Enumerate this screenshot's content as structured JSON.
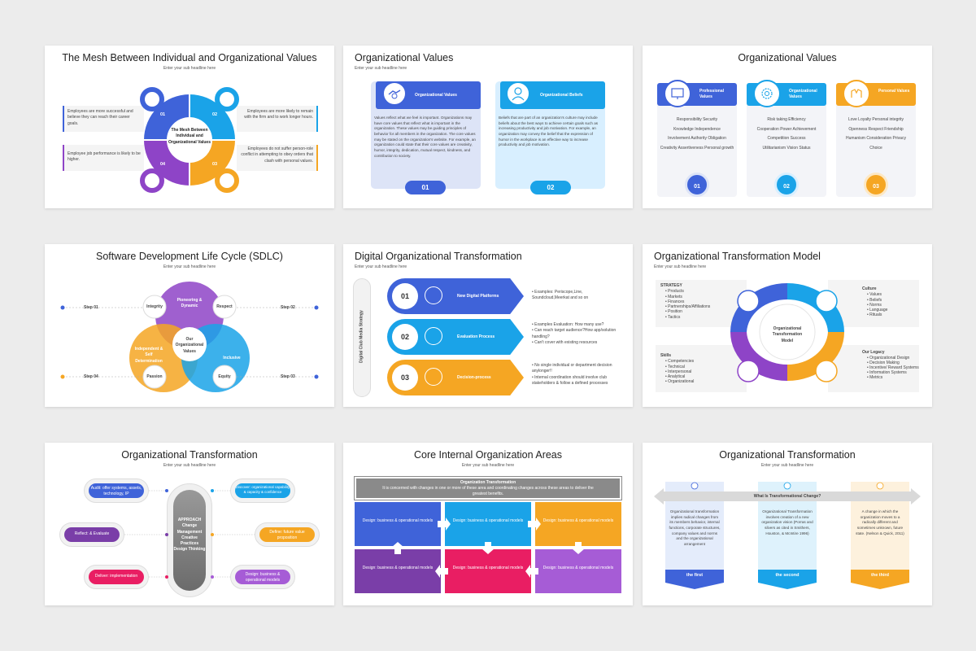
{
  "subtitle": "Enter your sub headline here",
  "s1": {
    "title": "The Mesh Between Individual and Organizational Values",
    "center": "The Mesh Between Individual and Organizational Values",
    "n1": "01",
    "n2": "02",
    "n3": "03",
    "n4": "04",
    "t1": "Employees are more successful and believe they can reach their career goals.",
    "t2": "Employees are more likely to remain with the firm and to work longer hours.",
    "t3": "Employees do not suffer person-role conflict in attempting to obey orders that clash with personal values.",
    "t4": "Employee job performance is likely to be higher."
  },
  "s2": {
    "title": "Organizational Values",
    "c1": {
      "title": "Organizational Values",
      "num": "01",
      "body": "Values reflect what we feel is important. Organizations may have core values that reflect what is important in the organization. These values may be guiding principles of behavior for all members in the organization. The core values may be stated on the organization's website. For example, an organization could state that their core values are creativity, humor, integrity, dedication, mutual respect, kindness, and contribution to society."
    },
    "c2": {
      "title": "Organizational Beliefs",
      "num": "02",
      "body": "Beliefs that are part of an organization's culture may include beliefs about the best ways to achieve certain goals such as increasing productivity and job motivation. For example, an organization may convey the belief that the expression of humor in the workplace is an effective way to increase productivity and job motivation."
    }
  },
  "s3": {
    "title": "Organizational Values",
    "cards": [
      {
        "title": "Professional Values",
        "num": "01",
        "items": [
          "Responsibility Security",
          "Knowledge Independence",
          "Involvement Authority Obligation",
          "Creativity Assertiveness Personal growth"
        ]
      },
      {
        "title": "Organizational Values",
        "num": "02",
        "items": [
          "Risk taking Efficiency",
          "Cooperation Power Achievement",
          "Competition Success",
          "Utilitarianism Vision Status"
        ]
      },
      {
        "title": "Personal Values",
        "num": "03",
        "items": [
          "Love Loyalty Personal integrity",
          "Openness Respect Friendship",
          "Humanism Consideration Privacy",
          "Choice"
        ]
      }
    ]
  },
  "s4": {
    "title": "Software Development Life Cycle (SDLC)",
    "center": "Our Organizational Values",
    "top": "Pioneering & Dynamic",
    "left": "Independent & Self Determination",
    "right": "Inclusive",
    "integrity": "Integrity",
    "respect": "Respect",
    "passion": "Passion",
    "equity": "Equity",
    "step1": "Step 01",
    "step2": "Step 02",
    "step3": "Step 03",
    "step4": "Step 04"
  },
  "s5": {
    "title": "Digital Organizational Transformation",
    "side": "Digital Club Media Strategy",
    "rows": [
      {
        "num": "01",
        "label": "New Digital Platforms",
        "bullets": [
          "Examples: Periscope,Line, Soundcloud,Meerkat and so on"
        ]
      },
      {
        "num": "02",
        "label": "Evaluation Process",
        "bullets": [
          "Examples Evaluation: How many use?",
          "Can reach target audience?How app/solution handling?",
          "Can't cover with existing resources"
        ]
      },
      {
        "num": "03",
        "label": "Decision-process",
        "bullets": [
          "No single individual or department decision anylonger!!",
          "Internal coordination should involve club stakeholders & follow a defined processes"
        ]
      }
    ]
  },
  "s6": {
    "title": "Organizational Transformation Model",
    "center": "Organizational Transformation Model",
    "strategy": {
      "head": "STRATEGY",
      "items": [
        "Products",
        "Markets",
        "Finances",
        "Partnerships/Affiliations",
        "Position",
        "Tactics"
      ]
    },
    "skills": {
      "head": "Skills",
      "items": [
        "Competencies",
        "Technical",
        "Interpersonal",
        "Analytical",
        "Organizational"
      ]
    },
    "culture": {
      "head": "Culture",
      "items": [
        "Values",
        "Beliefs",
        "Norms",
        "Language",
        "Rituals"
      ]
    },
    "legacy": {
      "head": "Our Legacy",
      "items": [
        "Organizational Design",
        "Decision Making",
        "Incentive/ Reward Systems",
        "Information Systems",
        "Metrics"
      ]
    }
  },
  "s7": {
    "title": "Organizational Transformation",
    "center": "APPROACH Change Management Creative Practices Design Thinking",
    "p1": "Audit: offer systems, assets, technology, IP",
    "p2": "Discover: organizational capability & capacity & confidence",
    "p3": "Define: future value proposition",
    "p4": "Design: business & operational models",
    "p5": "Deliver: implementation",
    "p6": "Reflect: & Evaluate"
  },
  "s8": {
    "title": "Core Internal Organization Areas",
    "banner_title": "Organization Transformation",
    "banner_body": "It is concerned with changes in one or more of these area and coordinating changes across these areas to deliver the greatest benefits.",
    "cells": [
      "Design: business & operational models",
      "Design: business & operational models",
      "Design: business & operational models",
      "Design: business & operational models",
      "Design: business & operational models",
      "Design: business & operational models"
    ]
  },
  "s9": {
    "title": "Organizational Transformation",
    "question": "What Is Transformational Change?",
    "cols": [
      {
        "label": "the first",
        "body": "Organizational transformation implies radical changes from its members behavior, internal functions, corporate structures, company values and norms and the organizational arrangement"
      },
      {
        "label": "the second",
        "body": "Organizational Transformation involves creation of a new organization vision (Porras and silvers as cited in Smithers, Houston, & McIntire 1996)"
      },
      {
        "label": "the third",
        "body": "A change in which the organization moves to a radically different and sometimes unknown, future state. (Nelson & Quick, 2011)"
      }
    ]
  },
  "colors": {
    "blue": "#3f63d9",
    "cyan": "#1aa3e8",
    "orange": "#f5a623",
    "purple": "#8e44c7",
    "pink": "#e91e63"
  }
}
